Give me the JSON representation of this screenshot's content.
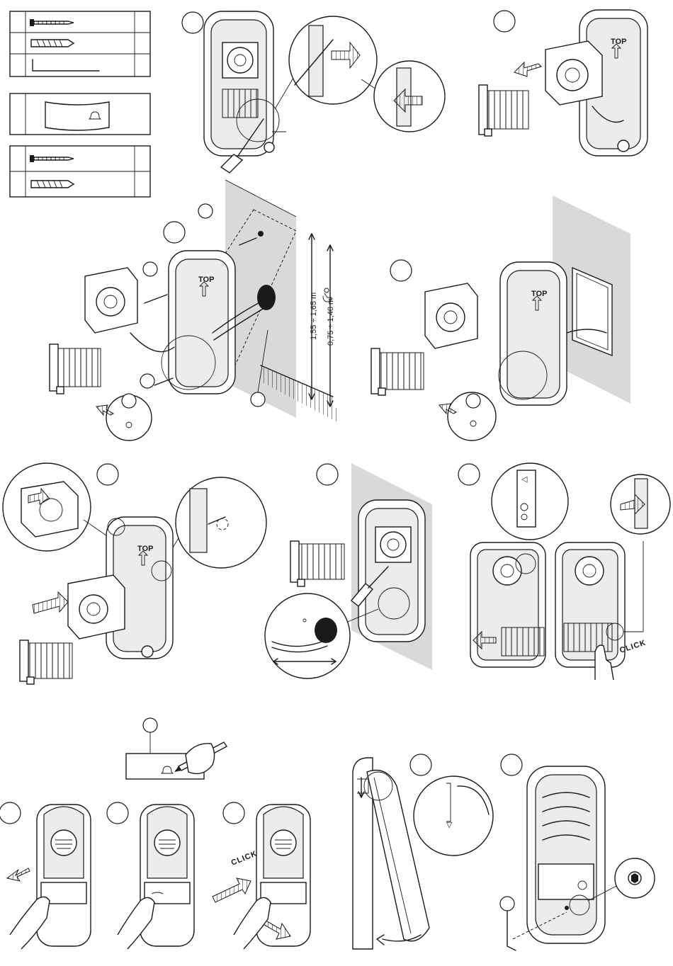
{
  "labels": {
    "height_total": "1,55 ÷ 1,65 m",
    "height_access": "0,75 ÷ 1,40 m",
    "click_1": "CLICK",
    "click_2": "CLICK",
    "top_mark_1": "TOP",
    "top_mark_2": "TOP",
    "top_mark_3": "TOP",
    "top_mark_4": "TOP"
  },
  "parts_legend": {
    "rows": [
      {
        "item": "screw",
        "group": 1
      },
      {
        "item": "wall-plug",
        "group": 1
      },
      {
        "item": "allen-key",
        "group": 1
      },
      {
        "item": "name-card",
        "group": 2
      },
      {
        "item": "screw",
        "group": 3
      },
      {
        "item": "wall-plug",
        "group": 3
      }
    ]
  },
  "icons": [
    "bell-icon",
    "wheelchair-accessibility-icon",
    "arrow-icon",
    "screwdriver-icon",
    "hand-icon",
    "pen-icon",
    "allen-key-icon"
  ],
  "colors": {
    "line": "#1a1a1a",
    "wall": "#d9d9d9",
    "paper": "#ffffff",
    "hatch": "#5a5a5a"
  }
}
